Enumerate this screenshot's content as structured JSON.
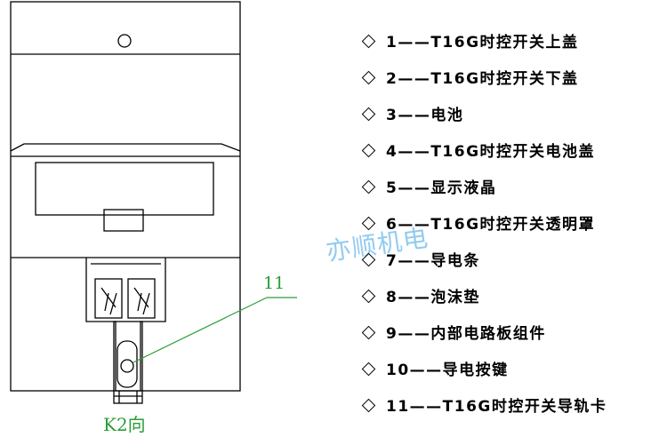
{
  "legend": [
    {
      "text": "1——T16G时控开关上盖"
    },
    {
      "text": "2——T16G时控开关下盖"
    },
    {
      "text": "3——电池"
    },
    {
      "text": "4——T16G时控开关电池盖"
    },
    {
      "text": "5——显示液晶"
    },
    {
      "text": "6——T16G时控开关透明罩"
    },
    {
      "text": "7——导电条"
    },
    {
      "text": "8——泡沫垫"
    },
    {
      "text": "9——内部电路板组件"
    },
    {
      "text": "10——导电按键"
    },
    {
      "text": "11——T16G时控开关导轨卡"
    }
  ],
  "callout_number": "11",
  "view_label": "K2向",
  "watermark": "亦顺机电",
  "colors": {
    "line": "#000000",
    "callout": "#2a9d34",
    "watermark": "#7fc3ee"
  },
  "icons": {
    "bullet": "diamond-outline-icon"
  }
}
